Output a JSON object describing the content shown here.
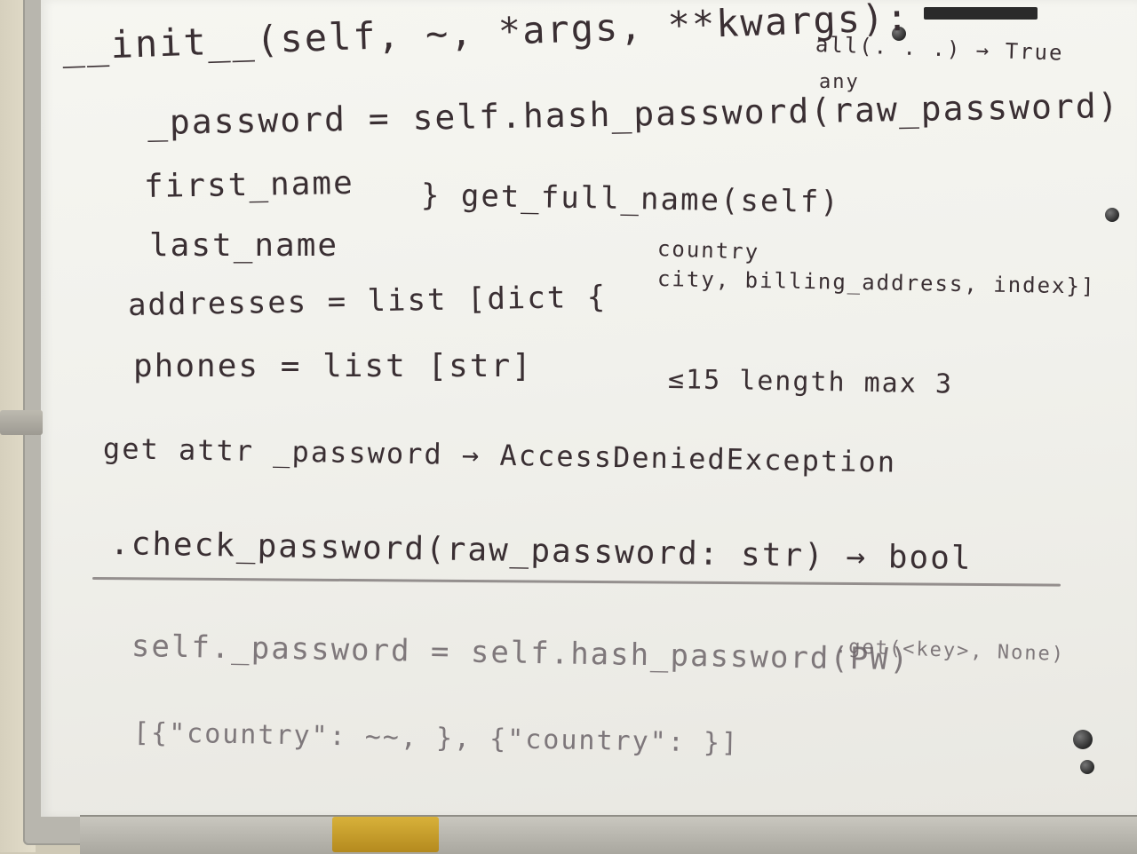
{
  "whiteboard": {
    "lines": [
      "__init__(self, ~, *args, **kwargs):",
      "all(. . .) → True",
      "any",
      "_password = self.hash_password(raw_password)",
      "first_name",
      "last_name",
      "} get_full_name(self)",
      "country",
      "addresses = list [dict {",
      "city, billing_address, index}]",
      "phones = list [str]",
      "≤15 length max 3",
      "get attr _password → AccessDeniedException",
      ".check_password(raw_password: str) → bool",
      "self._password = self.hash_password(PW)",
      ".get(<key>, None)",
      "[{\"country\": ~~, }, {\"country\": }]"
    ]
  }
}
